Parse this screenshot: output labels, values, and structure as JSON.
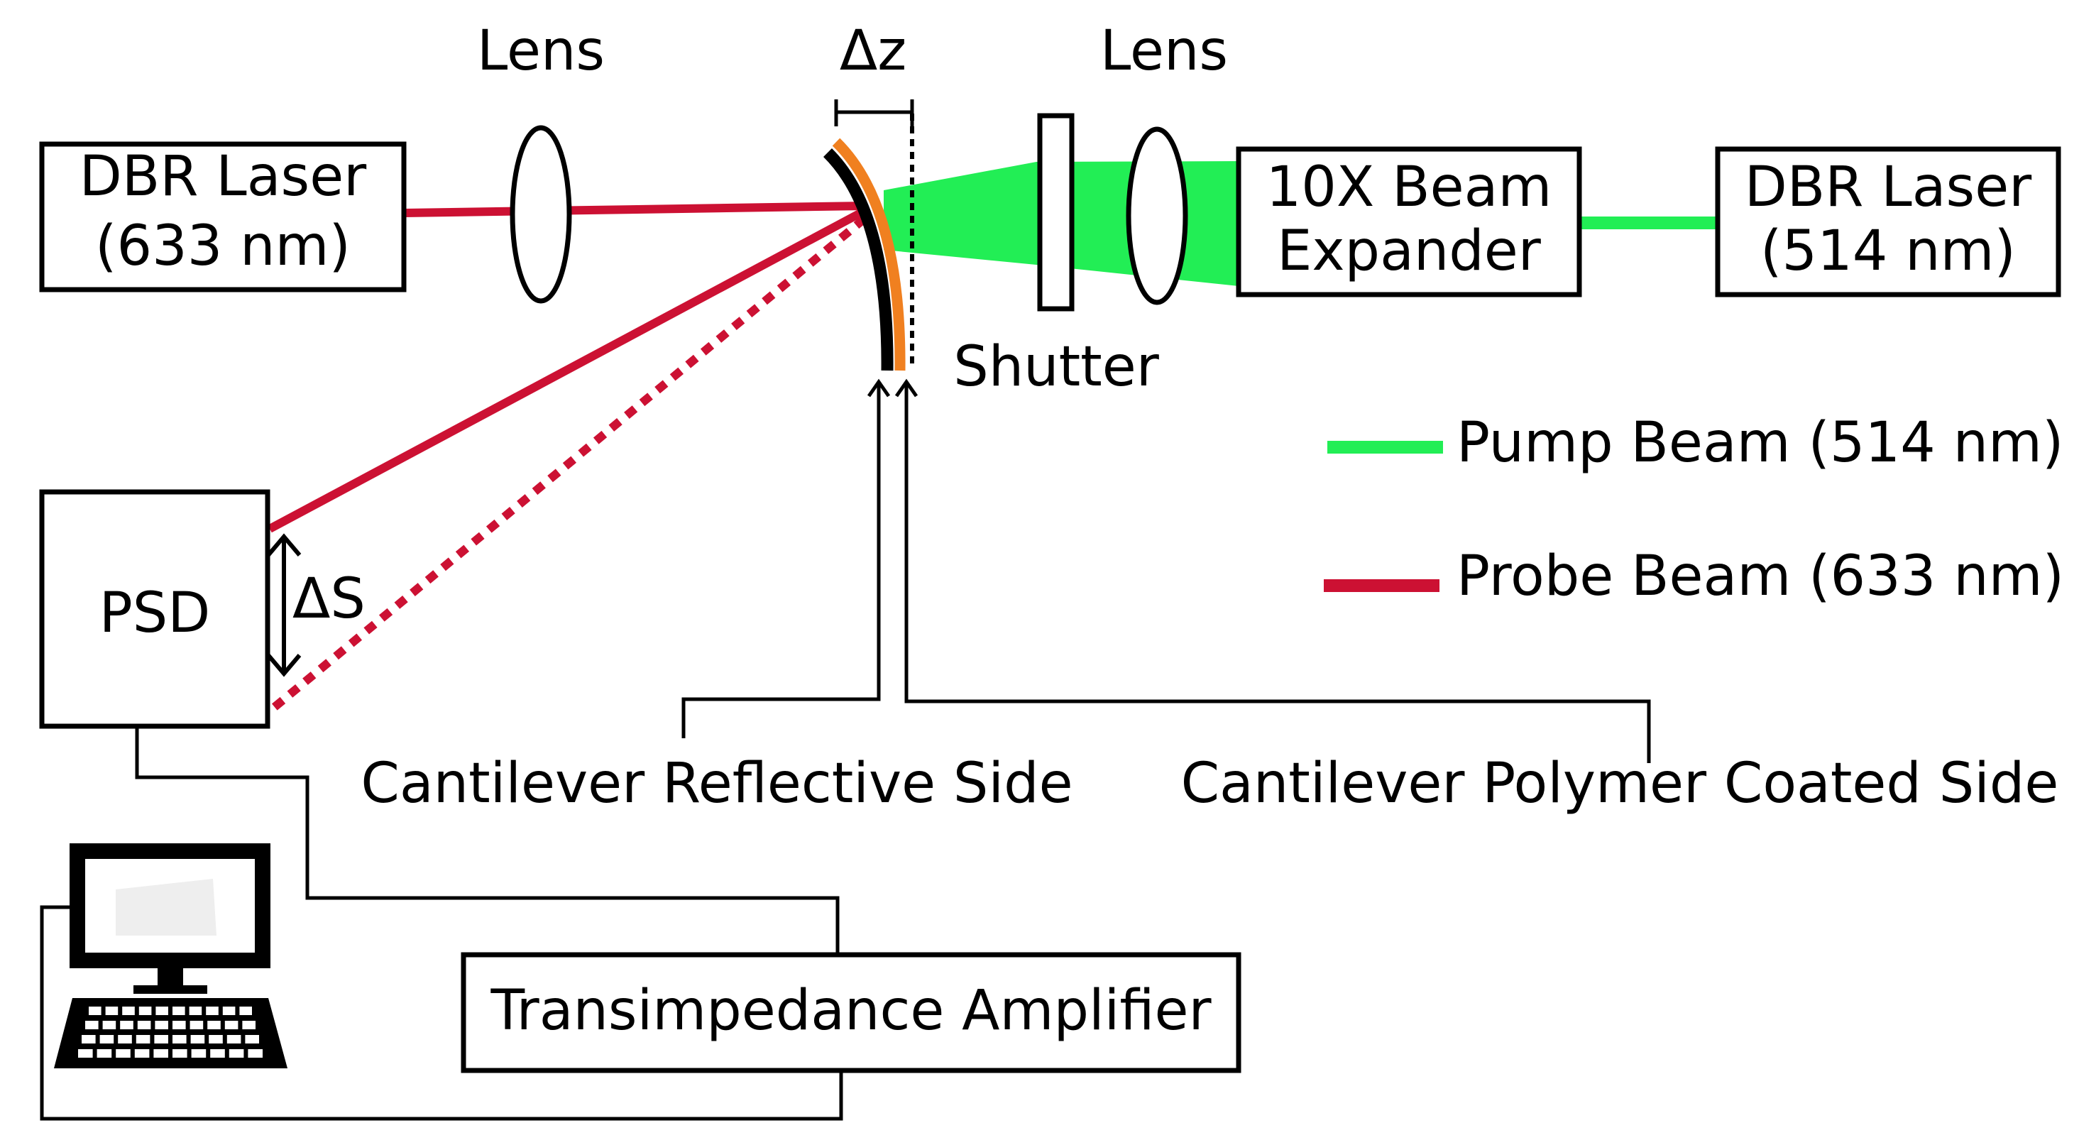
{
  "labels": {
    "lens_left": "Lens",
    "lens_right": "Lens",
    "delta_z": "Δz",
    "shutter": "Shutter",
    "delta_s": "ΔS",
    "psd": "PSD",
    "laser_633_line1": "DBR Laser",
    "laser_633_line2": "(633 nm)",
    "expander_line1": "10X Beam",
    "expander_line2": "Expander",
    "laser_514_line1": "DBR Laser",
    "laser_514_line2": "(514 nm)",
    "reflective_side": "Cantilever Reflective Side",
    "polymer_side": "Cantilever Polymer Coated Side",
    "amplifier": "Transimpedance Amplifier"
  },
  "legend": {
    "pump": "Pump Beam (514 nm)",
    "probe": "Probe Beam (633 nm)"
  },
  "colors": {
    "pump": "#22ee55",
    "probe": "#cc1133",
    "coating": "#f08020",
    "outline": "#000000"
  },
  "icons": {
    "computer": "computer-icon"
  }
}
